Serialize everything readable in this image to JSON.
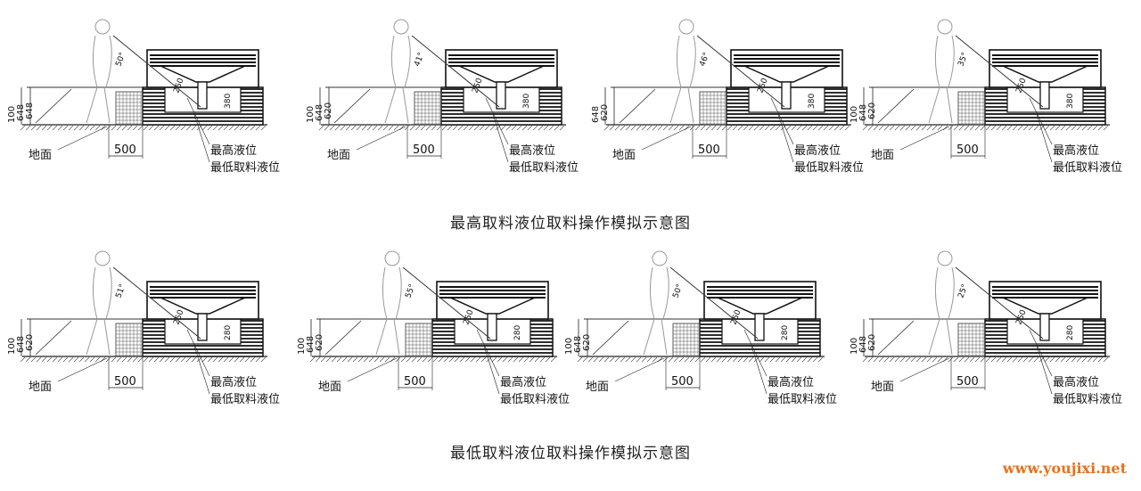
{
  "captions": {
    "top": "最高取料液位取料操作模拟示意图",
    "bottom": "最低取料液位取料操作模拟示意图"
  },
  "labels": {
    "ground": "地面",
    "max_level": "最高液位",
    "min_level": "最低取料液位",
    "offset": "500",
    "reach": "250"
  },
  "rows": [
    {
      "panels": [
        {
          "angle": "50°",
          "dims": [
            "100",
            "648",
            "648"
          ],
          "depth": "380"
        },
        {
          "angle": "41°",
          "dims": [
            "100",
            "648",
            "620"
          ],
          "depth": "380"
        },
        {
          "angle": "46°",
          "dims": [
            "648",
            "620"
          ],
          "depth": "380"
        },
        {
          "angle": "35°",
          "dims": [
            "100",
            "648",
            "620"
          ],
          "depth": "380"
        }
      ]
    },
    {
      "panels": [
        {
          "angle": "51°",
          "dims": [
            "100",
            "648",
            "620"
          ],
          "depth": "280"
        },
        {
          "angle": "55°",
          "dims": [
            "100",
            "648",
            "620"
          ],
          "depth": "280"
        },
        {
          "angle": "50°",
          "dims": [
            "100",
            "648",
            "620"
          ],
          "depth": "280"
        },
        {
          "angle": "25°",
          "dims": [
            "100",
            "648",
            "620"
          ],
          "depth": "280"
        }
      ]
    }
  ],
  "watermark": "www.youjixi.net"
}
